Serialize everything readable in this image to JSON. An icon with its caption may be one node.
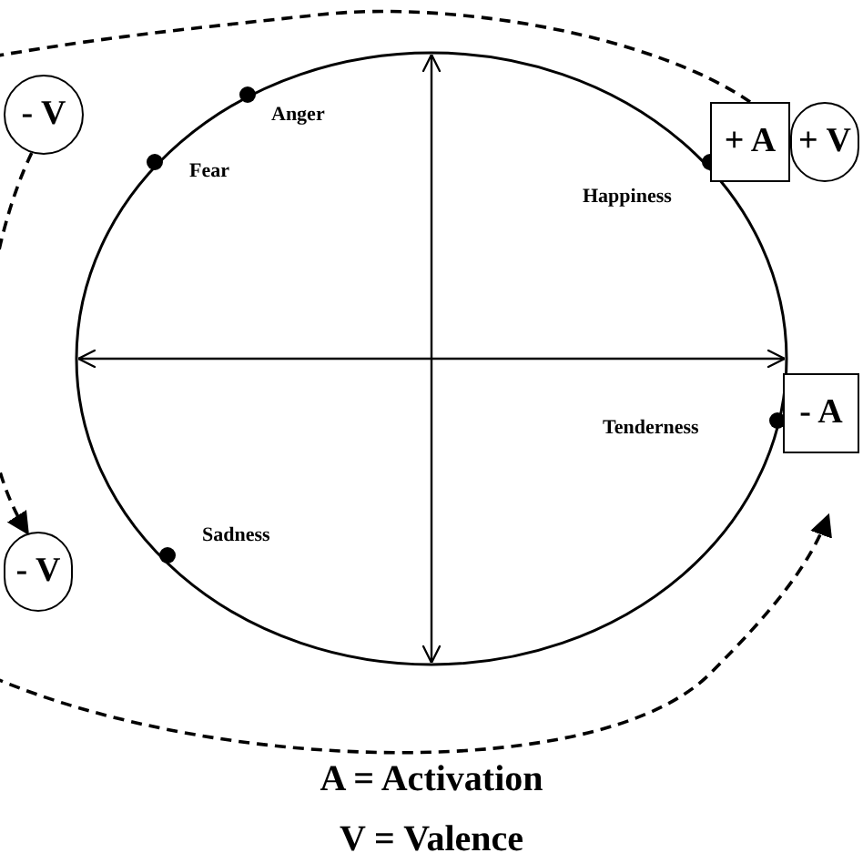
{
  "diagram": {
    "nodes": [
      {
        "text": [
          "- V"
        ]
      },
      {
        "text": [
          "+ A"
        ]
      },
      {
        "text": [
          "+ V"
        ]
      },
      {
        "text": [
          "- A"
        ]
      },
      {
        "text": [
          "- V"
        ]
      }
    ],
    "edges": [
      {
        "from": 1,
        "to": 0,
        "arrow": "none",
        "style": "dashed"
      },
      {
        "from": 0,
        "to": 4,
        "arrow": "to",
        "style": "dashed"
      },
      {
        "from": null,
        "to": 3,
        "arrow": "to",
        "style": "dashed"
      }
    ],
    "labels": [
      "Anger",
      "Fear",
      "Happiness",
      "Tenderness",
      "Sadness",
      "A = Activation",
      "V = Valence"
    ]
  }
}
